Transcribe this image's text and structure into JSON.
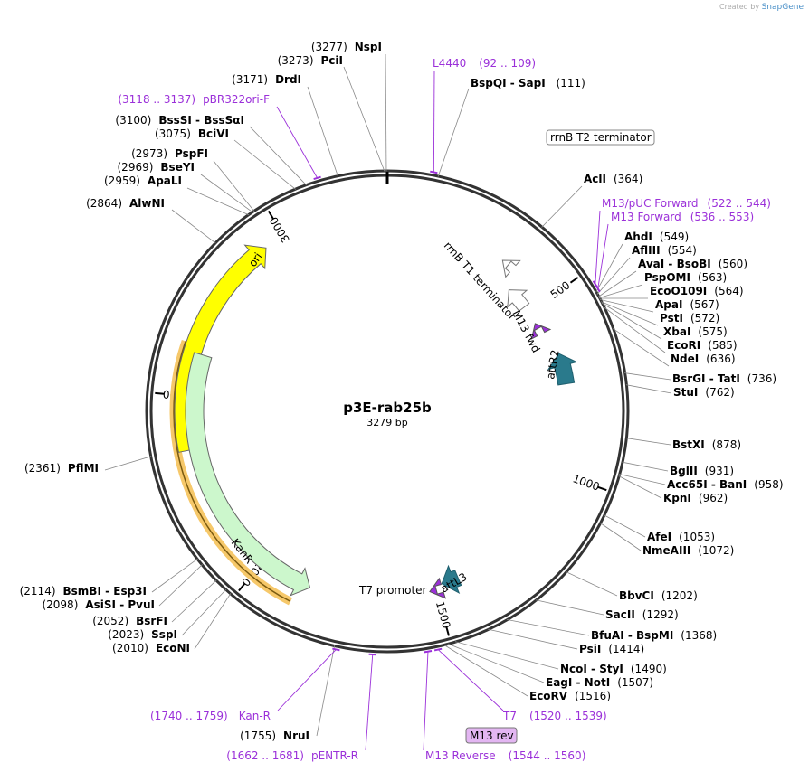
{
  "brand": {
    "created_by": "Created by",
    "name": "SnapGene"
  },
  "plasmid": {
    "name": "p3E-rab25b",
    "length": "3279 bp",
    "bp": 3279
  },
  "ticks": [
    {
      "label": "500",
      "bp": 500
    },
    {
      "label": "1000",
      "bp": 1000
    },
    {
      "label": "1500",
      "bp": 1500
    },
    {
      "label": "2000",
      "bp": 2000
    },
    {
      "label": "2500",
      "bp": 2500
    },
    {
      "label": "3000",
      "bp": 3000
    }
  ],
  "features": [
    {
      "name": "ori",
      "color": "#ffff00",
      "start": 2358,
      "end": 2946,
      "dir": "cw"
    },
    {
      "name": "KanR",
      "color": "#ccf7cc",
      "start": 1855,
      "end": 2614,
      "dir": "ccw"
    },
    {
      "name": "attR2",
      "color": "#2a7a8c",
      "start": 650,
      "end": 740,
      "dir": "ccw"
    },
    {
      "name": "attL3",
      "color": "#2a7a8c",
      "start": 1430,
      "end": 1480,
      "dir": "cw"
    },
    {
      "name": "rrnB T1 terminator",
      "color": "#ffffff",
      "start": 410,
      "end": 480,
      "dir": "ccw"
    },
    {
      "name": "rrnB T2 terminator",
      "color": "#ffffff",
      "start": 340,
      "end": 360,
      "dir": "ccw"
    },
    {
      "name": "M13 fwd",
      "color": "#9b30d9",
      "start": 540,
      "end": 557,
      "dir": "ccw"
    },
    {
      "name": "T7 promoter",
      "color": "#9b30d9",
      "start": 1500,
      "end": 1519,
      "dir": "cw"
    }
  ],
  "enzymes": [
    {
      "name": "NspI",
      "position": "(3277)"
    },
    {
      "name": "PciI",
      "position": "(3273)"
    },
    {
      "name": "DrdI",
      "position": "(3171)"
    },
    {
      "name": "BssSI - BssSαI",
      "position": "(3100)"
    },
    {
      "name": "BciVI",
      "position": "(3075)"
    },
    {
      "name": "PspFI",
      "position": "(2973)"
    },
    {
      "name": "BseYI",
      "position": "(2969)"
    },
    {
      "name": "ApaLI",
      "position": "(2959)"
    },
    {
      "name": "AlwNI",
      "position": "(2864)"
    },
    {
      "name": "PflMI",
      "position": "(2361)"
    },
    {
      "name": "BsmBI - Esp3I",
      "position": "(2114)"
    },
    {
      "name": "AsiSI - PvuI",
      "position": "(2098)"
    },
    {
      "name": "BsrFI",
      "position": "(2052)"
    },
    {
      "name": "SspI",
      "position": "(2023)"
    },
    {
      "name": "EcoNI",
      "position": "(2010)"
    },
    {
      "name": "NruI",
      "position": "(1755)"
    },
    {
      "name": "BspQI - SapI",
      "position": "(111)"
    },
    {
      "name": "AclI",
      "position": "(364)"
    },
    {
      "name": "AhdI",
      "position": "(549)"
    },
    {
      "name": "AflIII",
      "position": "(554)"
    },
    {
      "name": "AvaI - BsoBI",
      "position": "(560)"
    },
    {
      "name": "PspOMI",
      "position": "(563)"
    },
    {
      "name": "EcoO109I",
      "position": "(564)"
    },
    {
      "name": "ApaI",
      "position": "(567)"
    },
    {
      "name": "PstI",
      "position": "(572)"
    },
    {
      "name": "XbaI",
      "position": "(575)"
    },
    {
      "name": "EcoRI",
      "position": "(585)"
    },
    {
      "name": "NdeI",
      "position": "(636)"
    },
    {
      "name": "BsrGI - TatI",
      "position": "(736)"
    },
    {
      "name": "StuI",
      "position": "(762)"
    },
    {
      "name": "BstXI",
      "position": "(878)"
    },
    {
      "name": "BglII",
      "position": "(931)"
    },
    {
      "name": "Acc65I - BanI",
      "position": "(958)"
    },
    {
      "name": "KpnI",
      "position": "(962)"
    },
    {
      "name": "AfeI",
      "position": "(1053)"
    },
    {
      "name": "NmeAIII",
      "position": "(1072)"
    },
    {
      "name": "BbvCI",
      "position": "(1202)"
    },
    {
      "name": "SacII",
      "position": "(1292)"
    },
    {
      "name": "BfuAI - BspMI",
      "position": "(1368)"
    },
    {
      "name": "PsiI",
      "position": "(1414)"
    },
    {
      "name": "NcoI - StyI",
      "position": "(1490)"
    },
    {
      "name": "EagI - NotI",
      "position": "(1507)"
    },
    {
      "name": "EcoRV",
      "position": "(1516)"
    }
  ],
  "primers": [
    {
      "name": "L4440",
      "range": "(92 .. 109)"
    },
    {
      "name": "pBR322ori-F",
      "range": "(3118 .. 3137)"
    },
    {
      "name": "M13/pUC Forward",
      "range": "(522 .. 544)"
    },
    {
      "name": "M13 Forward",
      "range": "(536 .. 553)"
    },
    {
      "name": "T7",
      "range": "(1520 .. 1539)"
    },
    {
      "name": "M13 Reverse",
      "range": "(1544 .. 1560)"
    },
    {
      "name": "pENTR-R",
      "range": "(1662 .. 1681)"
    },
    {
      "name": "Kan-R",
      "range": "(1740 .. 1759)"
    }
  ],
  "boxed_labels": {
    "rrnb_t2": "rrnB T2 terminator",
    "m13_rev": "M13 rev"
  },
  "feature_labels": {
    "ori": "ori",
    "kanr": "KanR",
    "attr2": "attR2",
    "attl3": "attL3",
    "rrnb_t1": "rrnB T1 terminator",
    "m13_fwd": "M13 fwd",
    "t7_promoter": "T7 promoter"
  }
}
